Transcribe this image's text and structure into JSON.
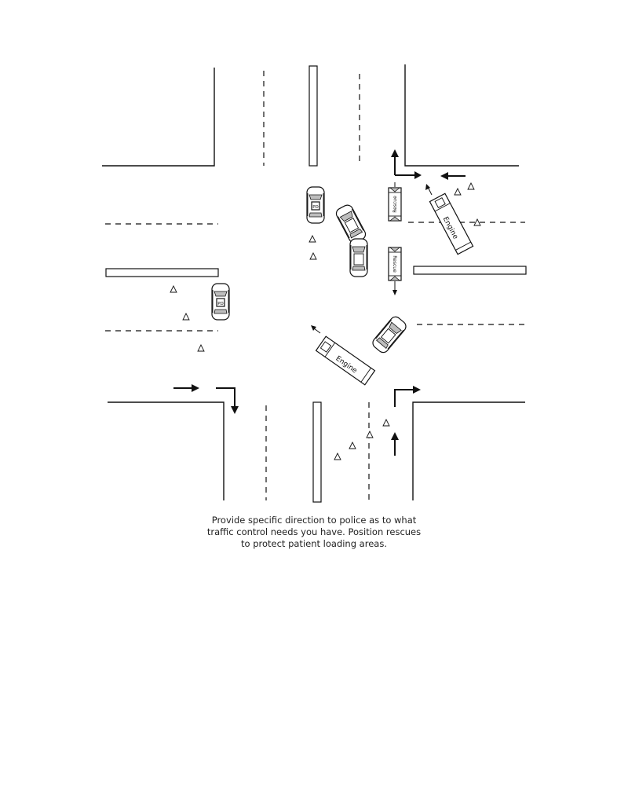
{
  "caption": {
    "line1": "Provide specific direction to police as to what",
    "line2": "traffic control needs you have. Position rescues",
    "line3": "to protect patient loading areas."
  },
  "vehicles": {
    "police_label": "PD",
    "rescue_label": "Rescue",
    "engine_label": "Engine"
  },
  "colors": {
    "line": "#111111",
    "glass": "#bdbdbd",
    "background": "#ffffff"
  }
}
